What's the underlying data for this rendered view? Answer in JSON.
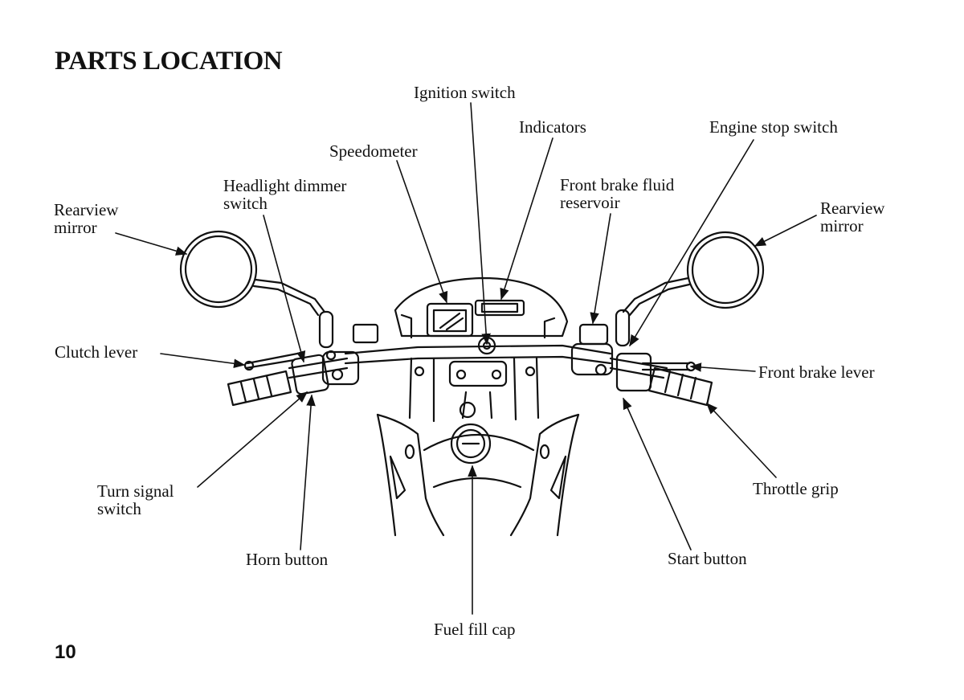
{
  "page": {
    "title": "PARTS LOCATION",
    "page_number": "10"
  },
  "labels": {
    "ignition_switch": "Ignition switch",
    "indicators": "Indicators",
    "engine_stop_switch": "Engine stop switch",
    "speedometer": "Speedometer",
    "headlight_dimmer_switch": [
      "Headlight dimmer",
      "switch"
    ],
    "front_brake_fluid_reservoir": [
      "Front brake fluid",
      "reservoir"
    ],
    "rearview_mirror_left": [
      "Rearview",
      "mirror"
    ],
    "rearview_mirror_right": [
      "Rearview",
      "mirror"
    ],
    "clutch_lever": "Clutch lever",
    "front_brake_lever": "Front brake lever",
    "turn_signal_switch": [
      "Turn signal",
      "switch"
    ],
    "throttle_grip": "Throttle grip",
    "horn_button": "Horn button",
    "start_button": "Start button",
    "fuel_fill_cap": "Fuel fill cap"
  },
  "style": {
    "ink": "#111111",
    "paper": "#ffffff"
  }
}
